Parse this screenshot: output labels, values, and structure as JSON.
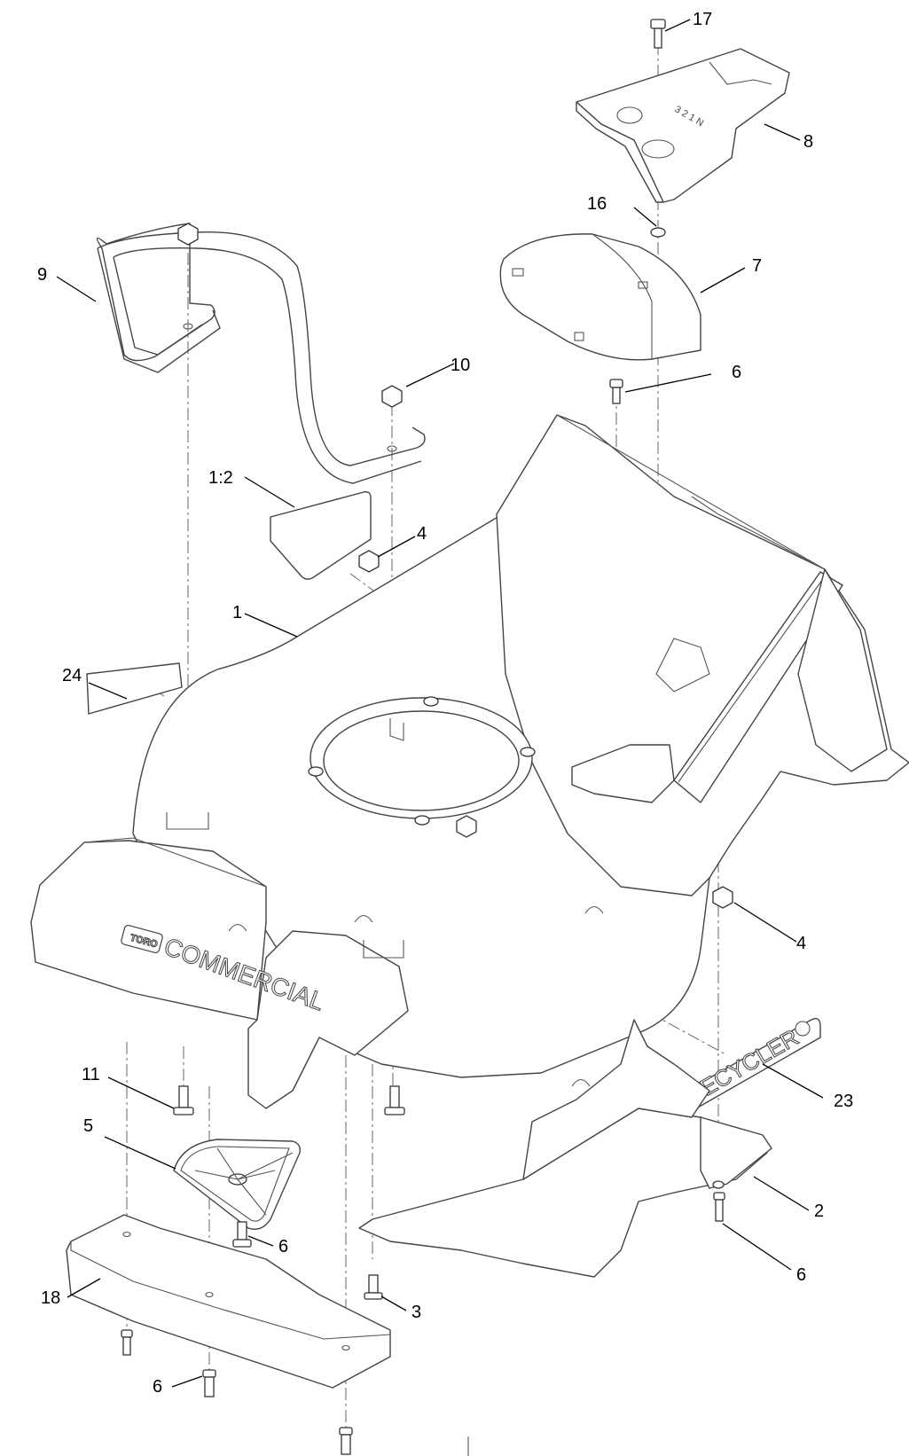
{
  "callouts": {
    "c17": "17",
    "c8": "8",
    "c16": "16",
    "c7": "7",
    "c9": "9",
    "c10": "10",
    "c6_top": "6",
    "c1_2": "1:2",
    "c4_top": "4",
    "c1": "1",
    "c24": "24",
    "c4_right": "4",
    "c23": "23",
    "c11": "11",
    "c5": "5",
    "c2": "2",
    "c6_mid": "6",
    "c6_right": "6",
    "c18": "18",
    "c3": "3",
    "c6_bottom": "6"
  },
  "decals": {
    "brand_logo": "TORO",
    "commercial": "COMMERCIAL",
    "recycler": "RECYCLER",
    "shift_positions": "3 2 1 N"
  }
}
